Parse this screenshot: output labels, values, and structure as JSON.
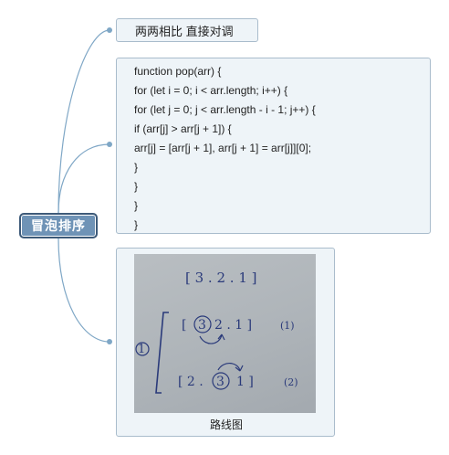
{
  "mindmap": {
    "root": {
      "label": "冒泡排序"
    },
    "topic_note": {
      "label": "两两相比 直接对调"
    },
    "topic_code": {
      "lines": [
        "function pop(arr) {",
        "for (let i = 0; i < arr.length; i++) {",
        "for (let j = 0; j < arr.length - i - 1; j++) {",
        "if (arr[j] > arr[j + 1]) {",
        "arr[j] = [arr[j + 1], arr[j + 1] = arr[j]][0];",
        "}",
        "}",
        "}",
        "}"
      ]
    },
    "topic_image": {
      "caption": "路线图",
      "sketch": {
        "initial": "[ 3 . 2 . 1 ]",
        "step_number": "1",
        "row1": {
          "open": "[",
          "circled": "3",
          "rest": "2 . 1 ]",
          "tag": "(1)"
        },
        "row2": {
          "open": "[ 2 .",
          "circled": "3",
          "rest": "1 ]",
          "tag": "(2)"
        }
      }
    },
    "colors": {
      "connector": "#7fa7c6",
      "root_fill": "#6f93b6",
      "node_fill": "#eef4f8"
    }
  }
}
